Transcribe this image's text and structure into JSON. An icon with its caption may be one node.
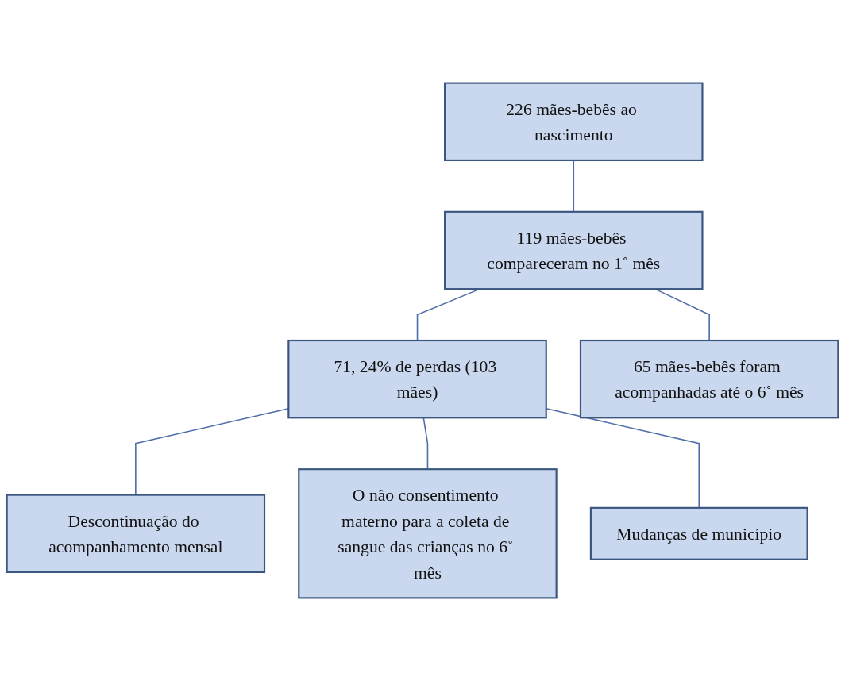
{
  "diagram": {
    "nodes": [
      {
        "text": [
          "226 mães-bebês ao nascimento"
        ]
      },
      {
        "text": [
          "119 mães-bebês compareceram no 1˚ mês"
        ]
      },
      {
        "text": [
          "71, 24% de perdas (103 mães)"
        ]
      },
      {
        "text": [
          "65 mães-bebês foram acompanhadas até o 6˚ mês"
        ]
      },
      {
        "text": [
          "Descontinuação do acompanhamento mensal"
        ]
      },
      {
        "text": [
          "O não consentimento materno para a coleta de sangue das crianças no 6˚ mês"
        ]
      },
      {
        "text": [
          "Mudanças de município"
        ]
      }
    ],
    "edges": [
      {
        "from": 0,
        "to": 1,
        "arrow": "none"
      },
      {
        "from": 1,
        "to": 2,
        "arrow": "none"
      },
      {
        "from": 1,
        "to": 3,
        "arrow": "none"
      },
      {
        "from": 2,
        "to": 4,
        "arrow": "none"
      },
      {
        "from": 2,
        "to": 5,
        "arrow": "none"
      },
      {
        "from": 2,
        "to": 6,
        "arrow": "none"
      }
    ]
  }
}
